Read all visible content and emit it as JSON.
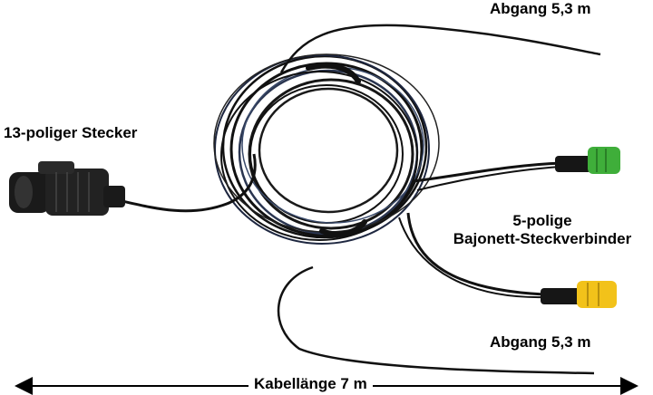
{
  "labels": {
    "top_outlet": "Abgang 5,3 m",
    "plug": "13-poliger Stecker",
    "connector_line1": "5-polige",
    "connector_line2": "Bajonett-Steckverbinder",
    "bottom_outlet": "Abgang 5,3 m",
    "cable_length": "Kabellänge 7 m"
  },
  "colors": {
    "cable": "#111111",
    "cable_highlight": "#3a4a6a",
    "plug_body": "#1a1a1a",
    "green_connector": "#3fae3a",
    "yellow_connector": "#f2c21a",
    "text": "#000000"
  },
  "icons": {
    "plug": "13-pin-plug-icon",
    "green_connector": "green-bayonet-connector-icon",
    "yellow_connector": "yellow-bayonet-connector-icon",
    "arrow": "double-arrow-icon"
  }
}
